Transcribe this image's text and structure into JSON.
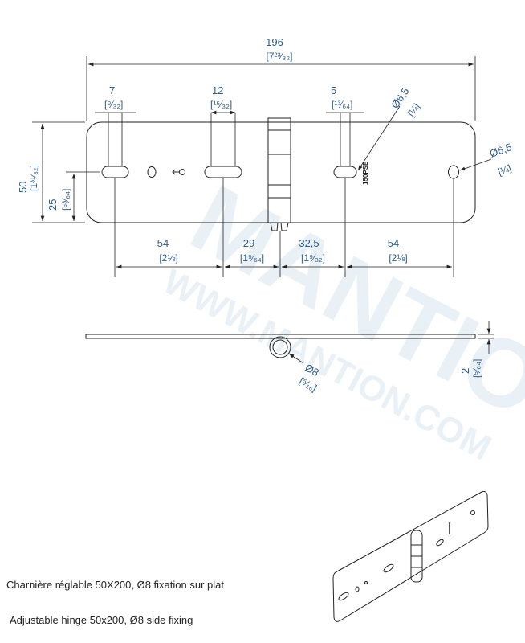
{
  "watermark": {
    "brand": "MANTION",
    "site": "WWW.MANTION.COM"
  },
  "top_view": {
    "overall_length": {
      "mm": "196",
      "inch": "[7²³⁄₃₂]"
    },
    "slot1_width": {
      "mm": "7",
      "inch": "[⁹⁄₃₂]"
    },
    "slot2_width": {
      "mm": "12",
      "inch": "[¹⁵⁄₃₂]"
    },
    "slot3_width": {
      "mm": "5",
      "inch": "[¹³⁄₆₄]"
    },
    "hole_dia_a": {
      "mm": "Ø6,5",
      "inch": "[¼]"
    },
    "hole_dia_b": {
      "mm": "Ø6,5",
      "inch": "[¼]"
    },
    "height": {
      "mm": "50",
      "inch": "[1³¹⁄₃₂]"
    },
    "half_height": {
      "mm": "25",
      "inch": "[⁶³⁄₆₄]"
    },
    "spacing": [
      {
        "mm": "54",
        "inch": "[2⅛]"
      },
      {
        "mm": "29",
        "inch": "[1⁹⁄₆₄]"
      },
      {
        "mm": "32,5",
        "inch": "[1⁹⁄₃₂]"
      },
      {
        "mm": "54",
        "inch": "[2⅛]"
      }
    ],
    "engraving": "150PSE"
  },
  "side_view": {
    "pin_dia": {
      "mm": "Ø8",
      "inch": "[⁵⁄₁₆]"
    },
    "thickness": {
      "mm": "2",
      "inch": "[⁵⁄₆₄]"
    }
  },
  "captions": {
    "fr": "Charnière réglable 50X200, Ø8  fixation sur plat",
    "en": "Adjustable hinge 50x200, Ø8 side fixing"
  },
  "colors": {
    "dimension": "#2f5d8a",
    "watermark": "#9ec3dd"
  }
}
